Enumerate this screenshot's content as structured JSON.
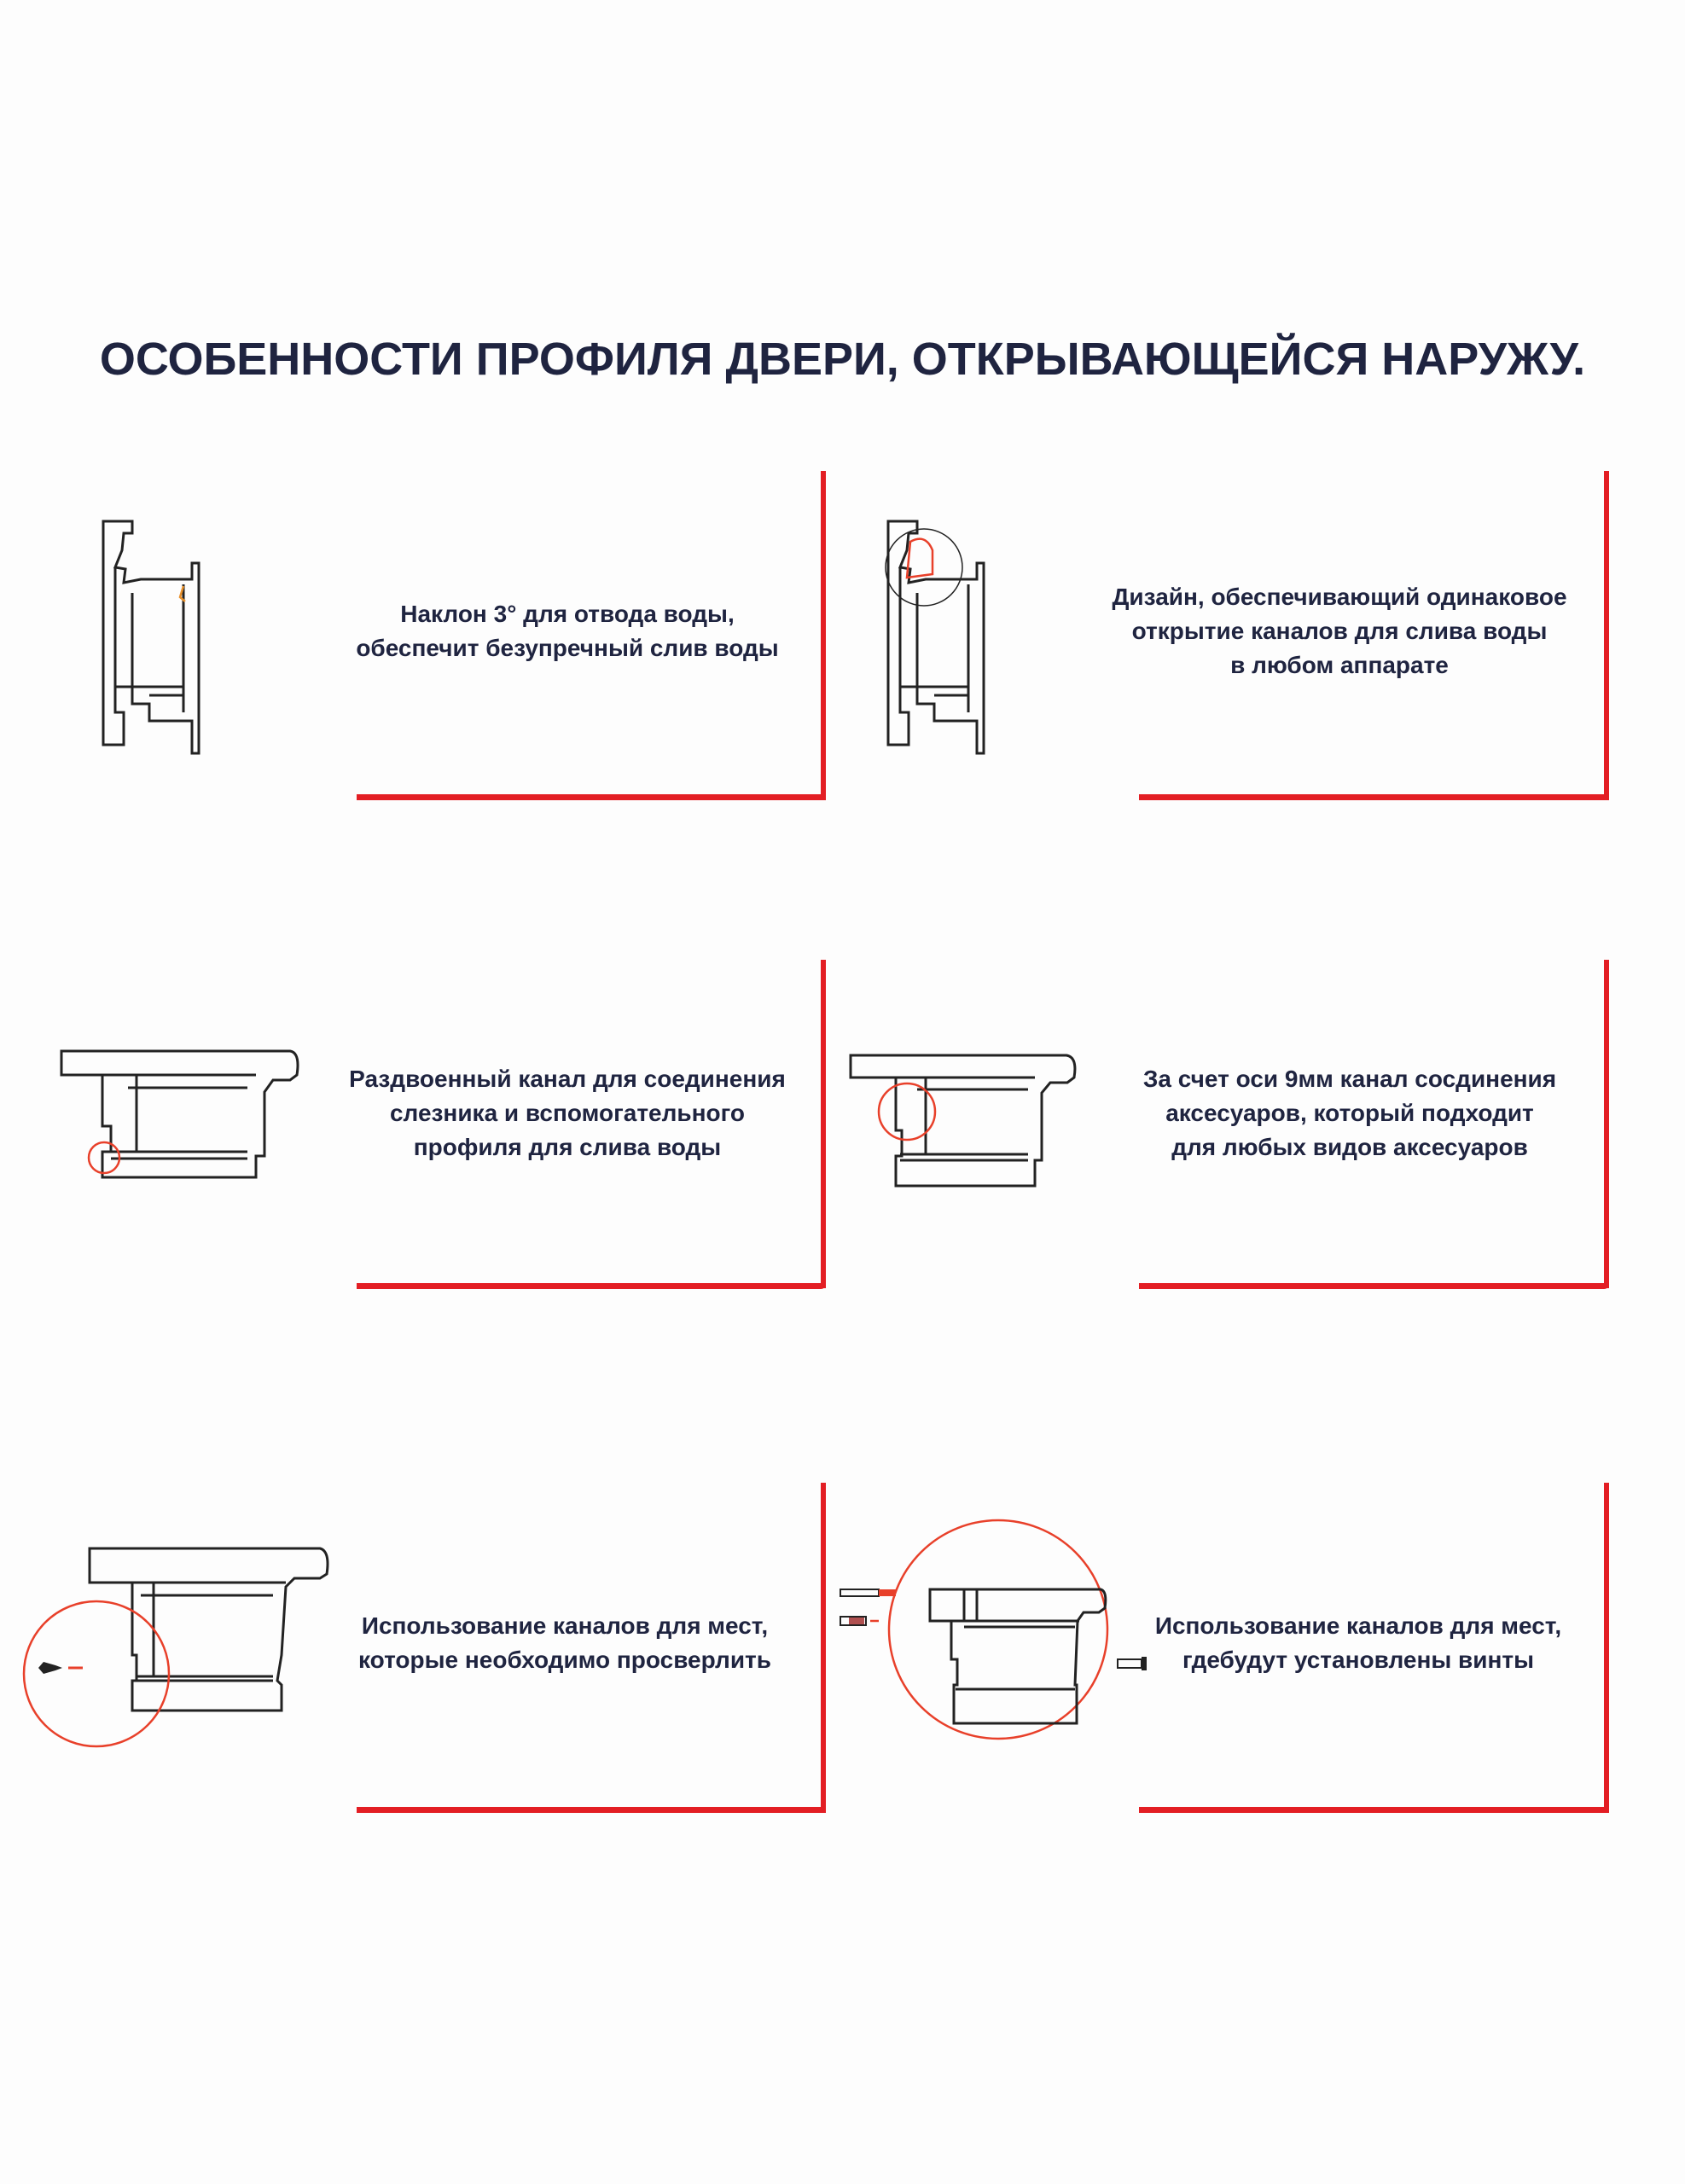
{
  "title": "ОСОБЕННОСТИ ПРОФИЛЯ ДВЕРИ,  ОТКРЫВАЮЩЕЙСЯ НАРУЖУ.",
  "features": [
    {
      "lines": [
        "Наклон 3° для отвода воды,",
        "обеспечит безупречный слив воды"
      ]
    },
    {
      "lines": [
        "Дизайн, обеспечивающий одинаковое",
        "открытие каналов для слива воды",
        "в любом аппарате"
      ]
    },
    {
      "lines": [
        "Раздвоенный канал для соединения",
        "слезника и вспомогательного",
        "профиля для слива воды"
      ]
    },
    {
      "lines": [
        "За счет оси 9мм канал сосдинения",
        "аксесуаров, который подходит",
        "для любых видов аксесуаров"
      ]
    },
    {
      "lines": [
        "Использование каналов для мест,",
        "которые необходимо просверлить"
      ]
    },
    {
      "lines": [
        "Использование каналов для мест,",
        "гдебудут установлены винты"
      ]
    }
  ],
  "colors": {
    "accent": "#e31e24",
    "text": "#1f2440"
  }
}
